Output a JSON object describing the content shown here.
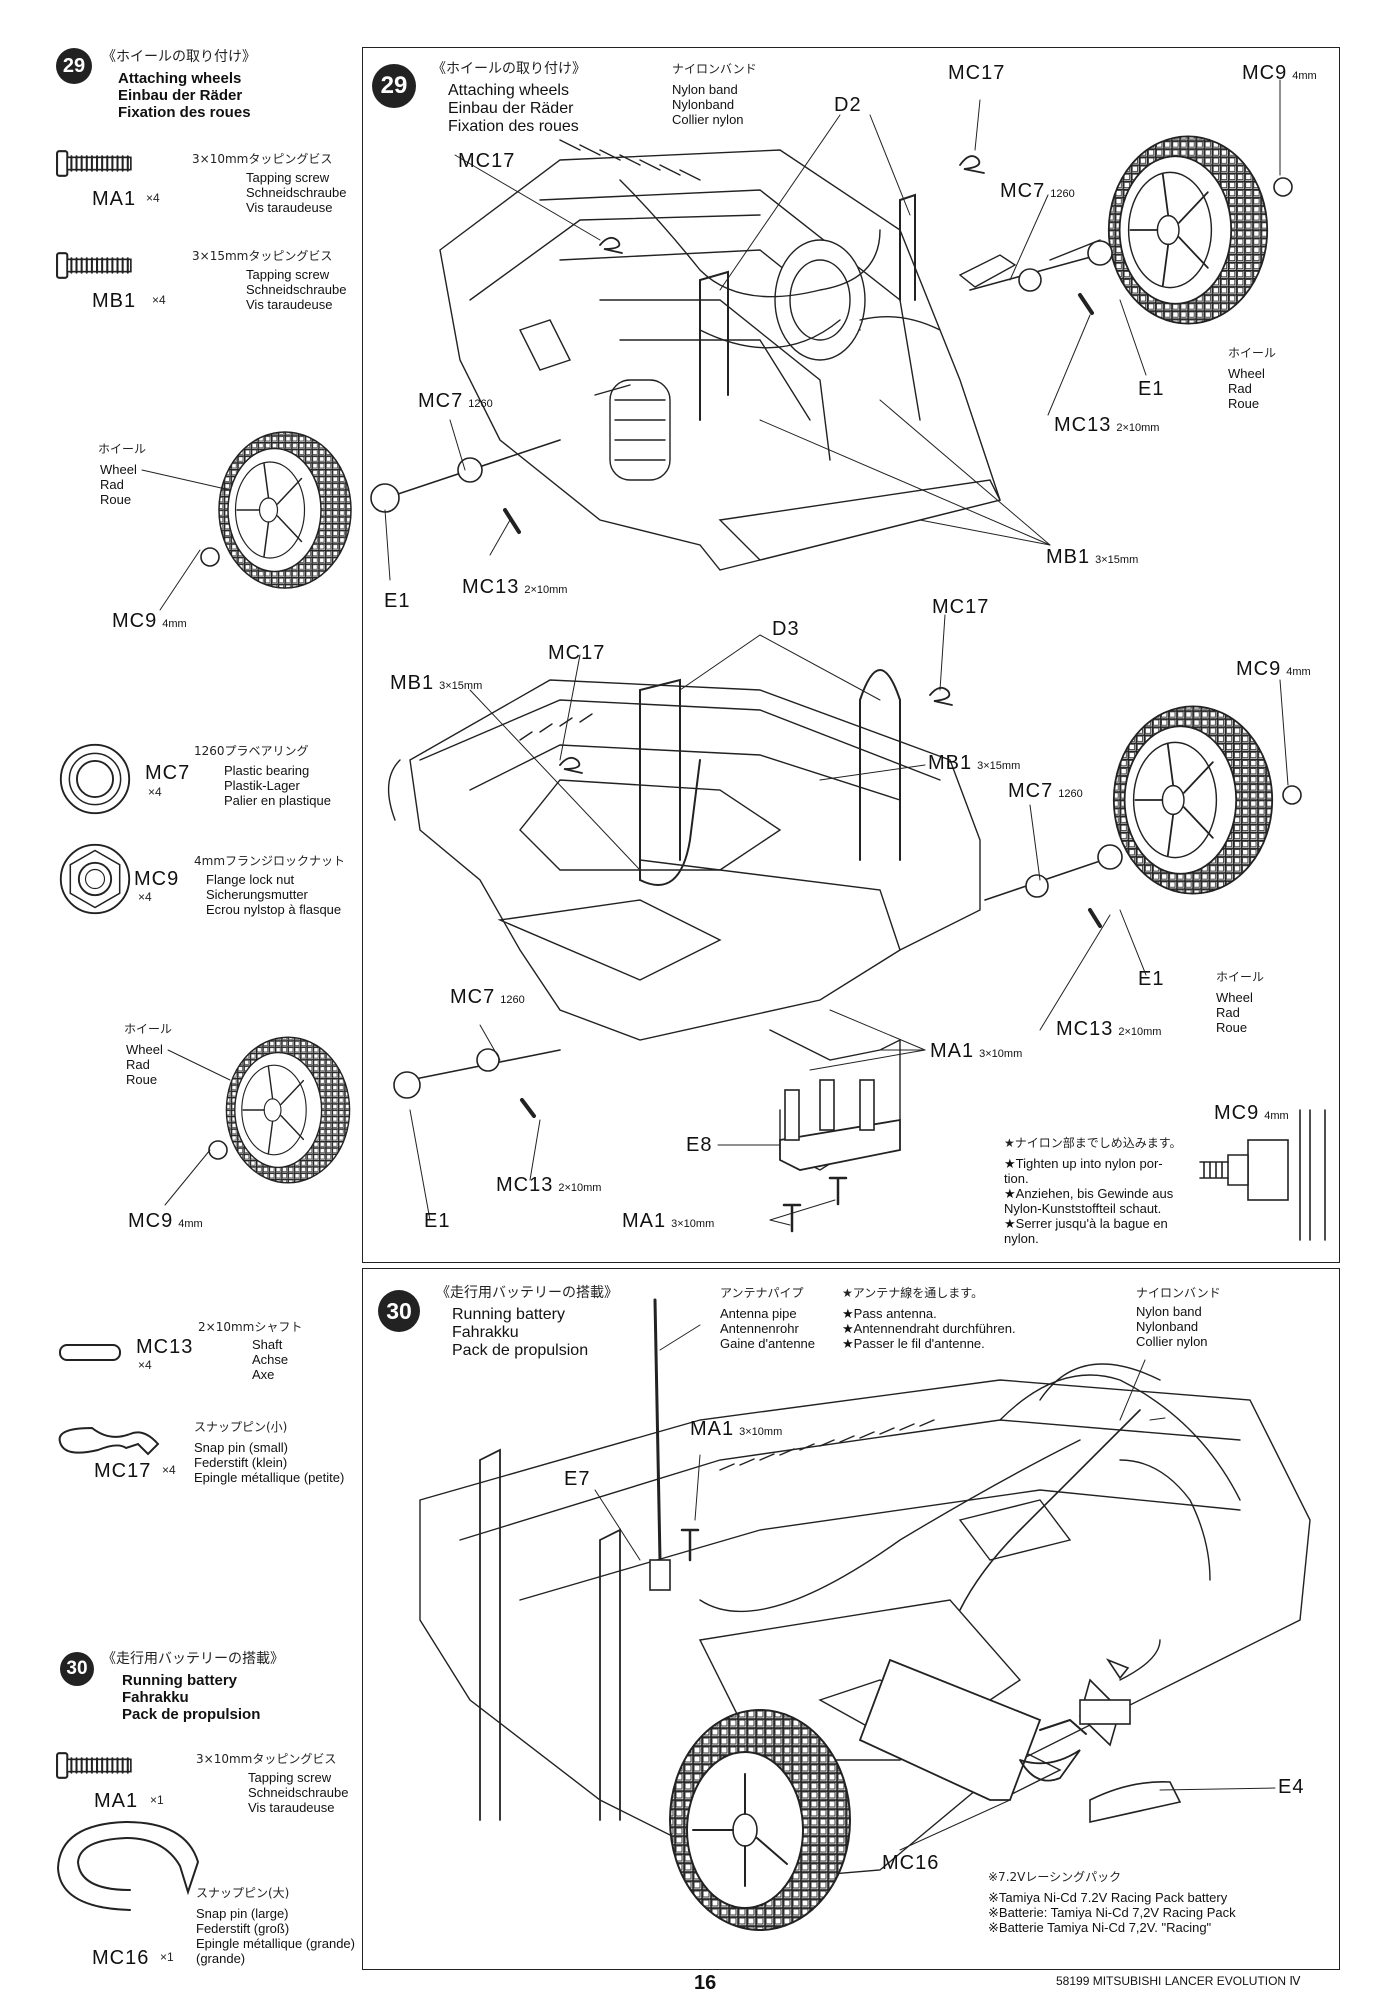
{
  "step29": {
    "number": "29",
    "title_jp": "《ホイールの取り付け》",
    "title_en": "Attaching wheels",
    "title_de": "Einbau der Räder",
    "title_fr": "Fixation des roues"
  },
  "step30": {
    "number": "30",
    "title_jp": "《走行用バッテリーの搭載》",
    "title_en": "Running battery",
    "title_de": "Fahrakku",
    "title_fr": "Pack de propulsion"
  },
  "parts_29": [
    {
      "code": "MA1",
      "qty": "×4",
      "spec_jp": "3×10mmタッピングビス",
      "en": "Tapping screw",
      "de": "Schneidschraube",
      "fr": "Vis taraudeuse",
      "icon": "tapping-screw-icon"
    },
    {
      "code": "MB1",
      "qty": "×4",
      "spec_jp": "3×15mmタッピングビス",
      "en": "Tapping screw",
      "de": "Schneidschraube",
      "fr": "Vis taraudeuse",
      "icon": "tapping-screw-icon"
    },
    {
      "code": "MC7",
      "qty": "×4",
      "spec_jp": "1260プラベアリング",
      "en": "Plastic bearing",
      "de": "Plastik-Lager",
      "fr": "Palier en plastique",
      "icon": "plastic-bearing-icon"
    },
    {
      "code": "MC9",
      "qty": "×4",
      "spec_jp": "4mmフランジロックナット",
      "en": "Flange lock nut",
      "de": "Sicherungsmutter",
      "fr": "Ecrou nylstop à flasque",
      "icon": "flange-nut-icon"
    },
    {
      "code": "MC13",
      "qty": "×4",
      "spec_jp": "2×10mmシャフト",
      "en": "Shaft",
      "de": "Achse",
      "fr": "Axe",
      "icon": "shaft-icon"
    },
    {
      "code": "MC17",
      "qty": "×4",
      "spec_jp": "スナップピン(小)",
      "en": "Snap pin (small)",
      "de": "Federstift (klein)",
      "fr": "Epingle métallique (petite)",
      "icon": "snap-pin-icon"
    }
  ],
  "parts_30": [
    {
      "code": "MA1",
      "qty": "×1",
      "spec_jp": "3×10mmタッピングビス",
      "en": "Tapping screw",
      "de": "Schneidschraube",
      "fr": "Vis taraudeuse",
      "icon": "tapping-screw-icon"
    },
    {
      "code": "MC16",
      "qty": "×1",
      "spec_jp": "スナップピン(大)",
      "en": "Snap pin (large)",
      "de": "Federstift (groß)",
      "fr": "Epingle métallique (grande)",
      "icon": "snap-pin-large-icon"
    }
  ],
  "labels": {
    "wheel_jp": "ホイール",
    "wheel_multi": "Wheel\nRad\nRoue",
    "nylon_band_jp": "ナイロンバンド",
    "nylon_band": "Nylon band\nNylonband\nCollier nylon",
    "size_4mm": "4mm",
    "size_1260": "1260",
    "size_2x10": "2×10mm",
    "size_3x15": "3×15mm",
    "size_3x10": "3×10mm",
    "d2": "D2",
    "d3": "D3",
    "e1": "E1",
    "e4": "E4",
    "e7": "E7",
    "e8": "E8",
    "antenna_pipe_jp": "アンテナパイプ",
    "antenna_pipe": "Antenna pipe\nAntennenrohr\nGaine d'antenne",
    "pass_antenna_jp": "★アンテナ線を通します。",
    "pass_antenna": "★Pass antenna.\n★Antennendraht durchführen.\n★Passer le fil d'antenne.",
    "tighten_jp": "★ナイロン部までしめ込みます。",
    "tighten": "★Tighten up into nylon por-\ntion.\n★Anziehen, bis Gewinde aus\nNylon-Kunststoffteil schaut.\n★Serrer jusqu'à la bague en\nnylon.",
    "battery_jp": "※7.2Vレーシングパック",
    "battery": "※Tamiya Ni-Cd 7.2V Racing Pack battery\n※Batterie: Tamiya Ni-Cd 7,2V Racing Pack\n※Batterie Tamiya Ni-Cd 7,2V. \"Racing\""
  },
  "footer": {
    "page": "16",
    "model": "58199 MITSUBISHI LANCER EVOLUTION Ⅳ"
  }
}
